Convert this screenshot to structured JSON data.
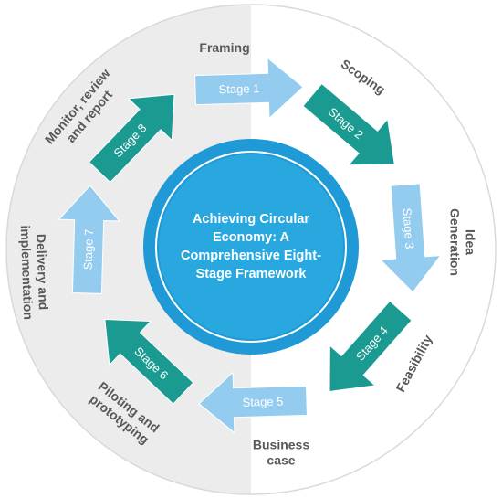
{
  "center": {
    "text": "Achieving Circular Economy: A Comprehensive Eight-Stage Framework"
  },
  "colors": {
    "ring_left": "#ececec",
    "ring_right": "#ffffff",
    "ring_border": "#d9d9d9",
    "hub_outer": "#1f9ad6",
    "hub_inner": "#29a8e0",
    "hub_ring": "#ffffff",
    "arrow_light": "#93ccef",
    "arrow_teal": "#1a9a91",
    "title_text": "#595959"
  },
  "stages": [
    {
      "label": "Stage 1",
      "title": "Framing",
      "style": "light"
    },
    {
      "label": "Stage 2",
      "title": "Scoping",
      "style": "teal"
    },
    {
      "label": "Stage 3",
      "title": "Idea Generation",
      "style": "light"
    },
    {
      "label": "Stage 4",
      "title": "Feasibility",
      "style": "teal"
    },
    {
      "label": "Stage 5",
      "title": "Business case",
      "style": "light"
    },
    {
      "label": "Stage 6",
      "title": "Piloting and prototyping",
      "style": "teal"
    },
    {
      "label": "Stage 7",
      "title": "Delivery and implementation",
      "style": "light"
    },
    {
      "label": "Stage 8",
      "title": "Monitor, review and report",
      "style": "teal"
    }
  ]
}
